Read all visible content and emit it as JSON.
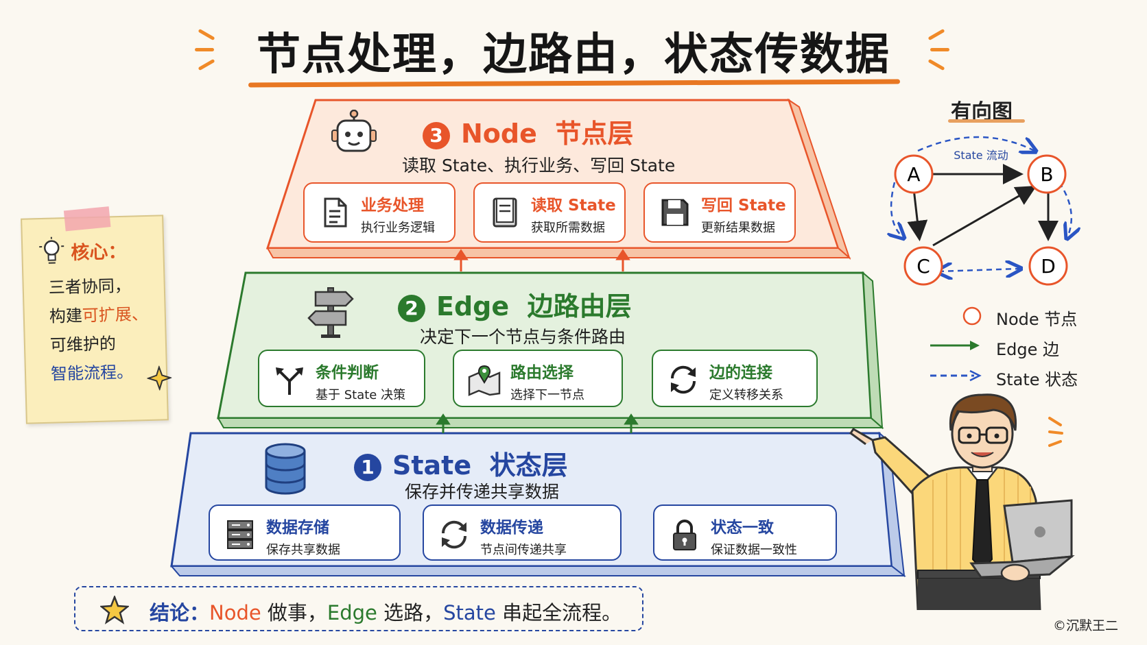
{
  "title": "节点处理，边路由，状态传数据",
  "layers": {
    "node": {
      "number": "3",
      "title_en": "Node",
      "title_zh": "节点层",
      "subtitle": "读取 State、执行业务、写回 State",
      "color": "#e8552a",
      "cards": [
        {
          "title": "业务处理",
          "sub": "执行业务逻辑",
          "icon": "document-icon"
        },
        {
          "title": "读取 State",
          "sub": "获取所需数据",
          "icon": "book-icon"
        },
        {
          "title": "写回 State",
          "sub": "更新结果数据",
          "icon": "floppy-disk-icon"
        }
      ]
    },
    "edge": {
      "number": "2",
      "title_en": "Edge",
      "title_zh": "边路由层",
      "subtitle": "决定下一个节点与条件路由",
      "color": "#2b7a2d",
      "cards": [
        {
          "title": "条件判断",
          "sub": "基于 State 决策",
          "icon": "split-arrows-icon"
        },
        {
          "title": "路由选择",
          "sub": "选择下一节点",
          "icon": "map-pin-icon"
        },
        {
          "title": "边的连接",
          "sub": "定义转移关系",
          "icon": "cycle-arrows-icon"
        }
      ]
    },
    "state": {
      "number": "1",
      "title_en": "State",
      "title_zh": "状态层",
      "subtitle": "保存并传递共享数据",
      "color": "#2546a0",
      "cards": [
        {
          "title": "数据存储",
          "sub": "保存共享数据",
          "icon": "server-icon"
        },
        {
          "title": "数据传递",
          "sub": "节点间传递共享",
          "icon": "sync-icon"
        },
        {
          "title": "状态一致",
          "sub": "保证数据一致性",
          "icon": "lock-icon"
        }
      ]
    }
  },
  "note": {
    "heading": "核心：",
    "line1": "三者协同，",
    "line2_pre": "构建",
    "line2_hl": "可扩展、",
    "line3": "可维护的",
    "line4": "智能流程。"
  },
  "conclusion": {
    "label": "结论：",
    "node": "Node",
    "node_text": " 做事，",
    "edge": "Edge",
    "edge_text": " 选路，",
    "state": "State",
    "state_text": " 串起全流程。"
  },
  "digraph": {
    "title": "有向图",
    "nodes": [
      "A",
      "B",
      "C",
      "D"
    ],
    "flow_label": "State 流动",
    "legend": [
      {
        "mark": "circle",
        "label": "Node  节点"
      },
      {
        "mark": "solid-arrow",
        "label": "Edge  边"
      },
      {
        "mark": "dashed-arrow",
        "label": "State  状态"
      }
    ]
  },
  "copyright": "©沉默王二"
}
